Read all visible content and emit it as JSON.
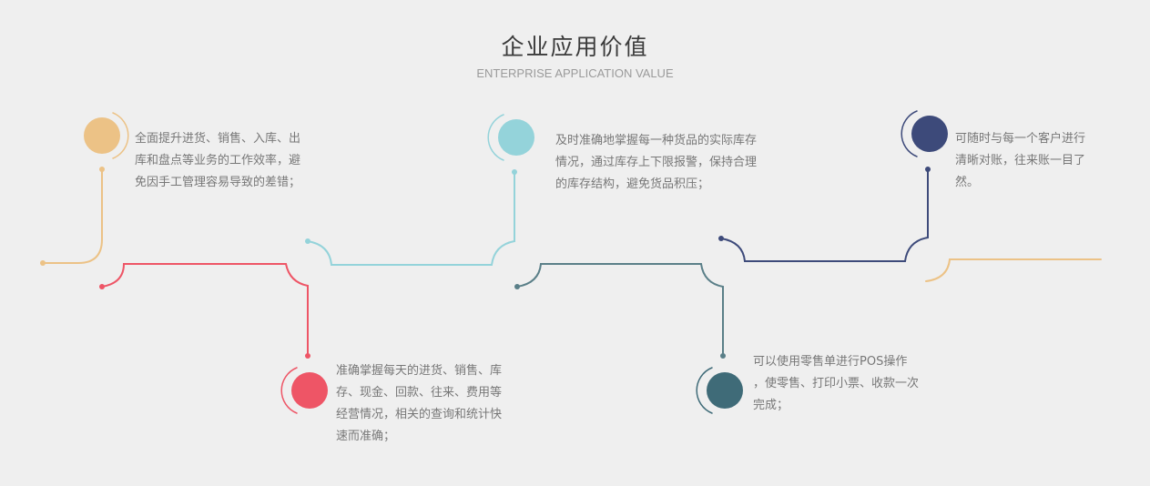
{
  "header": {
    "title": "企业应用价值",
    "subtitle": "ENTERPRISE APPLICATION VALUE"
  },
  "colors": {
    "background": "#efefef",
    "orange": "#ecc286",
    "cyan": "#94d3da",
    "navy": "#3d4a7a",
    "red": "#ee5566",
    "teal": "#3f6b78",
    "path_teal": "#5a7f88"
  },
  "items": [
    {
      "text": "全面提升进货、销售、入库、出\n库和盘点等业务的工作效率，避\n免因手工管理容易导致的差错；",
      "color": "#ecc286"
    },
    {
      "text": "及时准确地掌握每一种货品的实际库存\n情况，通过库存上下限报警，保持合理\n的库存结构，避免货品积压；",
      "color": "#94d3da"
    },
    {
      "text": "可随时与每一个客户进行\n清晰对账，往来账一目了\n然。",
      "color": "#3d4a7a"
    },
    {
      "text": "准确掌握每天的进货、销售、库\n存、现金、回款、往来、费用等\n经营情况，相关的查询和统计快\n速而准确；",
      "color": "#ee5566"
    },
    {
      "text": "可以使用零售单进行POS操作\n，使零售、打印小票、收款一次\n完成；",
      "color": "#3f6b78"
    }
  ]
}
